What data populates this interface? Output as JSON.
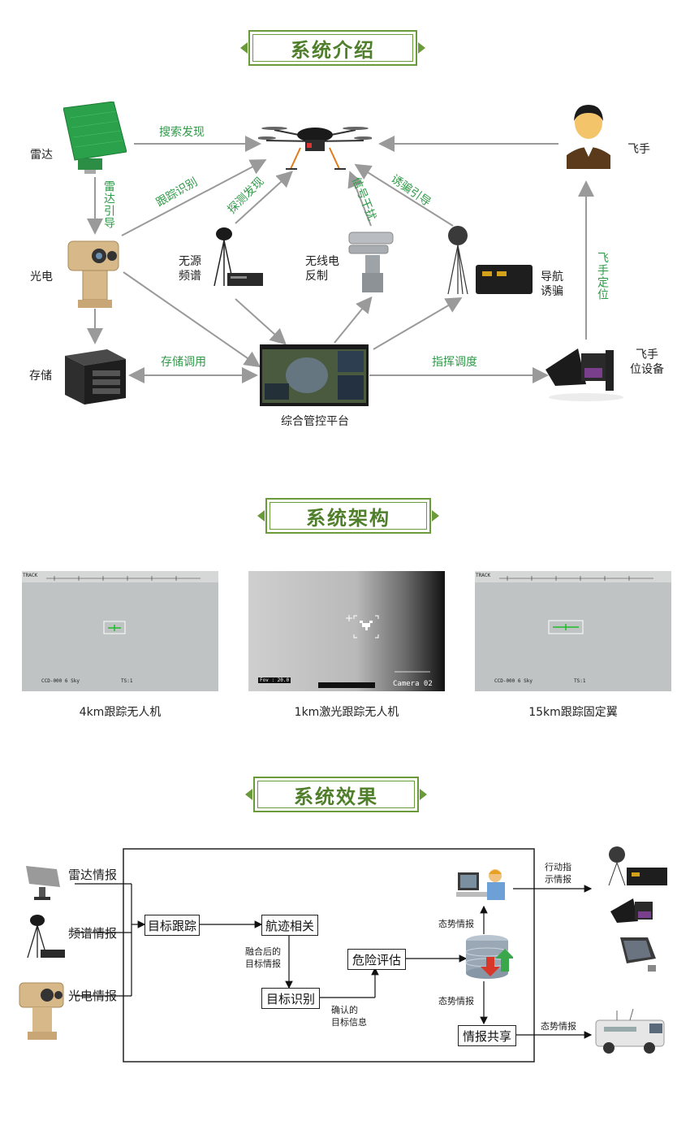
{
  "sections": {
    "intro_title": "系统介绍",
    "arch_title": "系统架构",
    "effect_title": "系统效果"
  },
  "intro": {
    "nodes": {
      "radar": "雷达",
      "eo": "光电",
      "storage": "存储",
      "pilot": "飞手",
      "passive": "无源\n频谱",
      "radio": "无线电\n反制",
      "nav": "导航\n诱骗",
      "platform": "综合管控平台",
      "locator": "飞手\n位设备"
    },
    "edges": {
      "search": "搜索发现",
      "radar_guide": "雷达引导",
      "track": "跟踪识别",
      "detect": "探测发现",
      "jam": "信号干扰",
      "spoof": "诱骗引导",
      "store": "存储调用",
      "command": "指挥调度",
      "locate": "飞手定位"
    }
  },
  "arch": {
    "images": [
      {
        "caption": "4km跟踪无人机",
        "hud_left_top": "TRACK",
        "hud_bottom": "CCD-000 6    Sky",
        "hud_bottom_mid": "TS:1"
      },
      {
        "caption": "1km激光跟踪无人机",
        "hud_left_top": "Fov : 20.0",
        "hud_bottom": "Camera 02"
      },
      {
        "caption": "15km跟踪固定翼",
        "hud_left_top": "TRACK",
        "hud_bottom": "CCD-000 6    Sky",
        "hud_bottom_mid": "TS:1"
      }
    ]
  },
  "effect": {
    "inputs": [
      "雷达情报",
      "频谱情报",
      "光电情报"
    ],
    "boxes": {
      "target_track": "目标跟踪",
      "track_corr": "航迹相关",
      "target_ident": "目标识别",
      "threat": "危险评估",
      "intel_share": "情报共享"
    },
    "notes": {
      "fused": "融合后的\n目标情报",
      "confirmed": "确认的\n目标信息",
      "situation1": "态势情报",
      "situation2": "态势情报",
      "situation3": "态势情报",
      "action": "行动指\n示情报"
    }
  },
  "colors": {
    "accent_green": "#6b9a3a",
    "label_green": "#2f9a48",
    "arrow_gray": "#9a9a9a"
  }
}
